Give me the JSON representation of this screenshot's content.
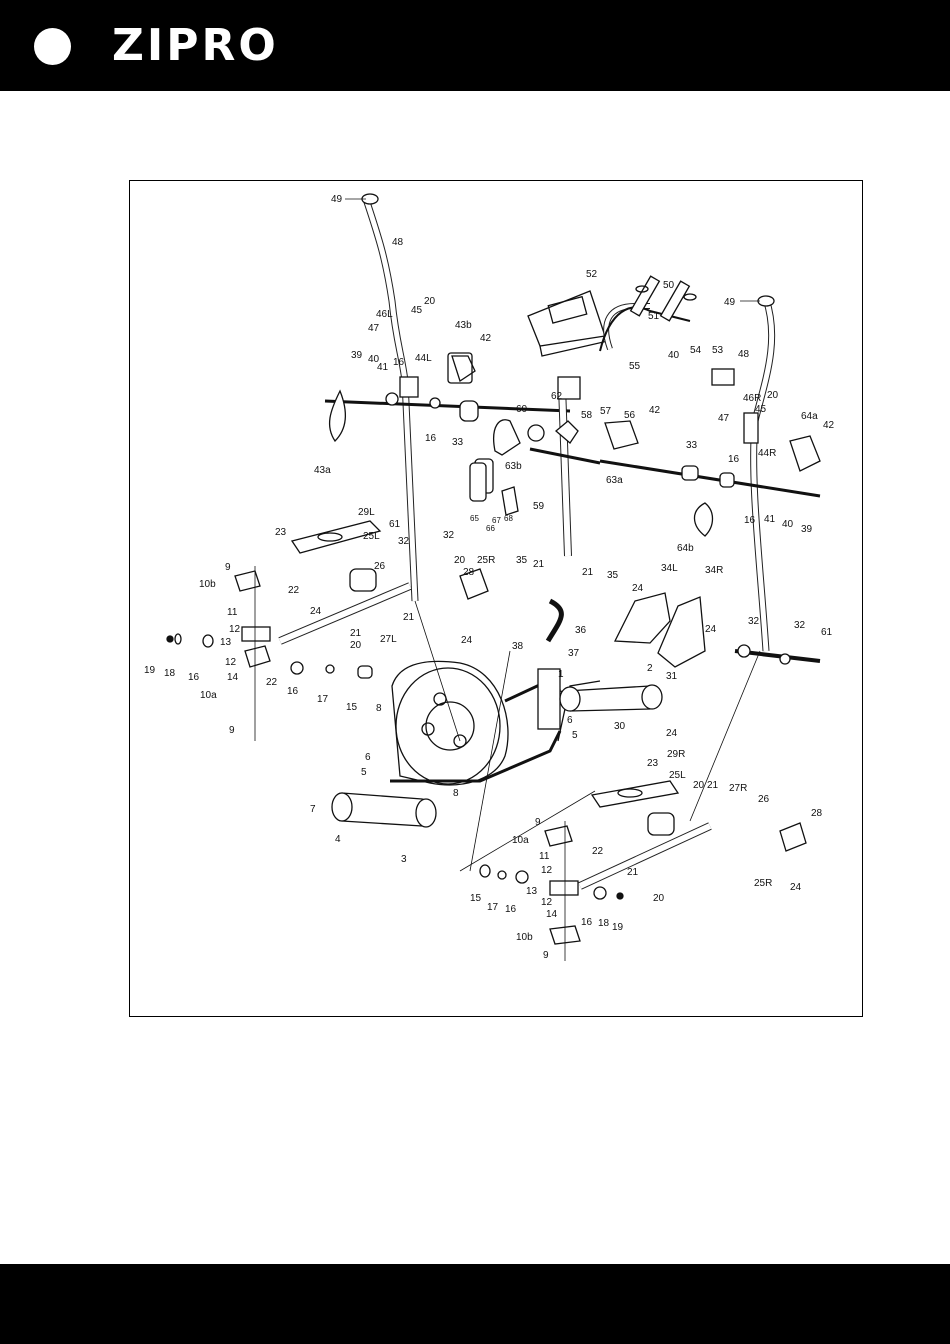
{
  "header": {
    "brand": "ZIPRO",
    "background": "#000000",
    "foreground": "#ffffff"
  },
  "diagram": {
    "labels": {
      "p49a": "49",
      "p48a": "48",
      "p46L": "46L",
      "p47a": "47",
      "p45a": "45",
      "p20a": "20",
      "p43b": "43b",
      "p42a": "42",
      "p39a": "39",
      "p40a": "40",
      "p41a": "41",
      "p16a": "16",
      "p44L": "44L",
      "p43a": "43a",
      "p16b": "16",
      "p33a": "33",
      "p52": "52",
      "p50": "50",
      "p51": "51",
      "p49b": "49",
      "p48b": "48",
      "p62": "62",
      "p40b": "40",
      "p54": "54",
      "p53": "53",
      "p55": "55",
      "p60": "60",
      "p58": "58",
      "p57": "57",
      "p56": "56",
      "p42b": "42",
      "p46R": "46R",
      "p45b": "45",
      "p20b": "20",
      "p64a": "64a",
      "p42c": "42",
      "p47b": "47",
      "p63b": "63b",
      "p63a": "63a",
      "p33b": "33",
      "p16c": "16",
      "p44R": "44R",
      "p65": "65",
      "p67": "67",
      "p66": "66",
      "p68": "68",
      "p59": "59",
      "p16d": "16",
      "p41b": "41",
      "p40c": "40",
      "p39b": "39",
      "p64b": "64b",
      "p29L": "29L",
      "p23a": "23",
      "p25La": "25L",
      "p61a": "61",
      "p32a": "32",
      "p32b": "32",
      "p26a": "26",
      "p20c": "20",
      "p25Ra": "25R",
      "p28a": "28",
      "p35a": "35",
      "p21a": "21",
      "p21b": "21",
      "p35b": "35",
      "p34L": "34L",
      "p34R": "34R",
      "p24a": "24",
      "p24b": "24",
      "p9a": "9",
      "p10b": "10b",
      "p11a": "11",
      "p12a": "12",
      "p22a": "22",
      "p24c": "24",
      "p21c": "21",
      "p27L": "27L",
      "p21d": "21",
      "p20d": "20",
      "p24d": "24",
      "p36": "36",
      "p38": "38",
      "p37": "37",
      "p32c": "32",
      "p32d": "32",
      "p61b": "61",
      "p19a": "19",
      "p18a": "18",
      "p16e": "16",
      "p13a": "13",
      "p12b": "12",
      "p14a": "14",
      "p22b": "22",
      "p16f": "16",
      "p17a": "17",
      "p15a": "15",
      "p8a": "8",
      "p1": "1",
      "p2": "2",
      "p31": "31",
      "p10a": "10a",
      "p9b": "9",
      "p6a": "6",
      "p5a": "5",
      "p30": "30",
      "p24e": "24",
      "p6b": "6",
      "p5b": "5",
      "p8b": "8",
      "p23b": "23",
      "p29R": "29R",
      "p25Lb": "25L",
      "p20e": "20",
      "p21e": "21",
      "p27R": "27R",
      "p26b": "26",
      "p28b": "28",
      "p7": "7",
      "p4": "4",
      "p3": "3",
      "p9c": "9",
      "p10a2": "10a",
      "p22c": "22",
      "p11b": "11",
      "p12c": "12",
      "p21f": "21",
      "p25Rb": "25R",
      "p24f": "24",
      "p15b": "15",
      "p17b": "17",
      "p16g": "16",
      "p13b": "13",
      "p20f": "20",
      "p12d": "12",
      "p14b": "14",
      "p16h": "16",
      "p18b": "18",
      "p19b": "19",
      "p10b2": "10b",
      "p9d": "9"
    }
  }
}
